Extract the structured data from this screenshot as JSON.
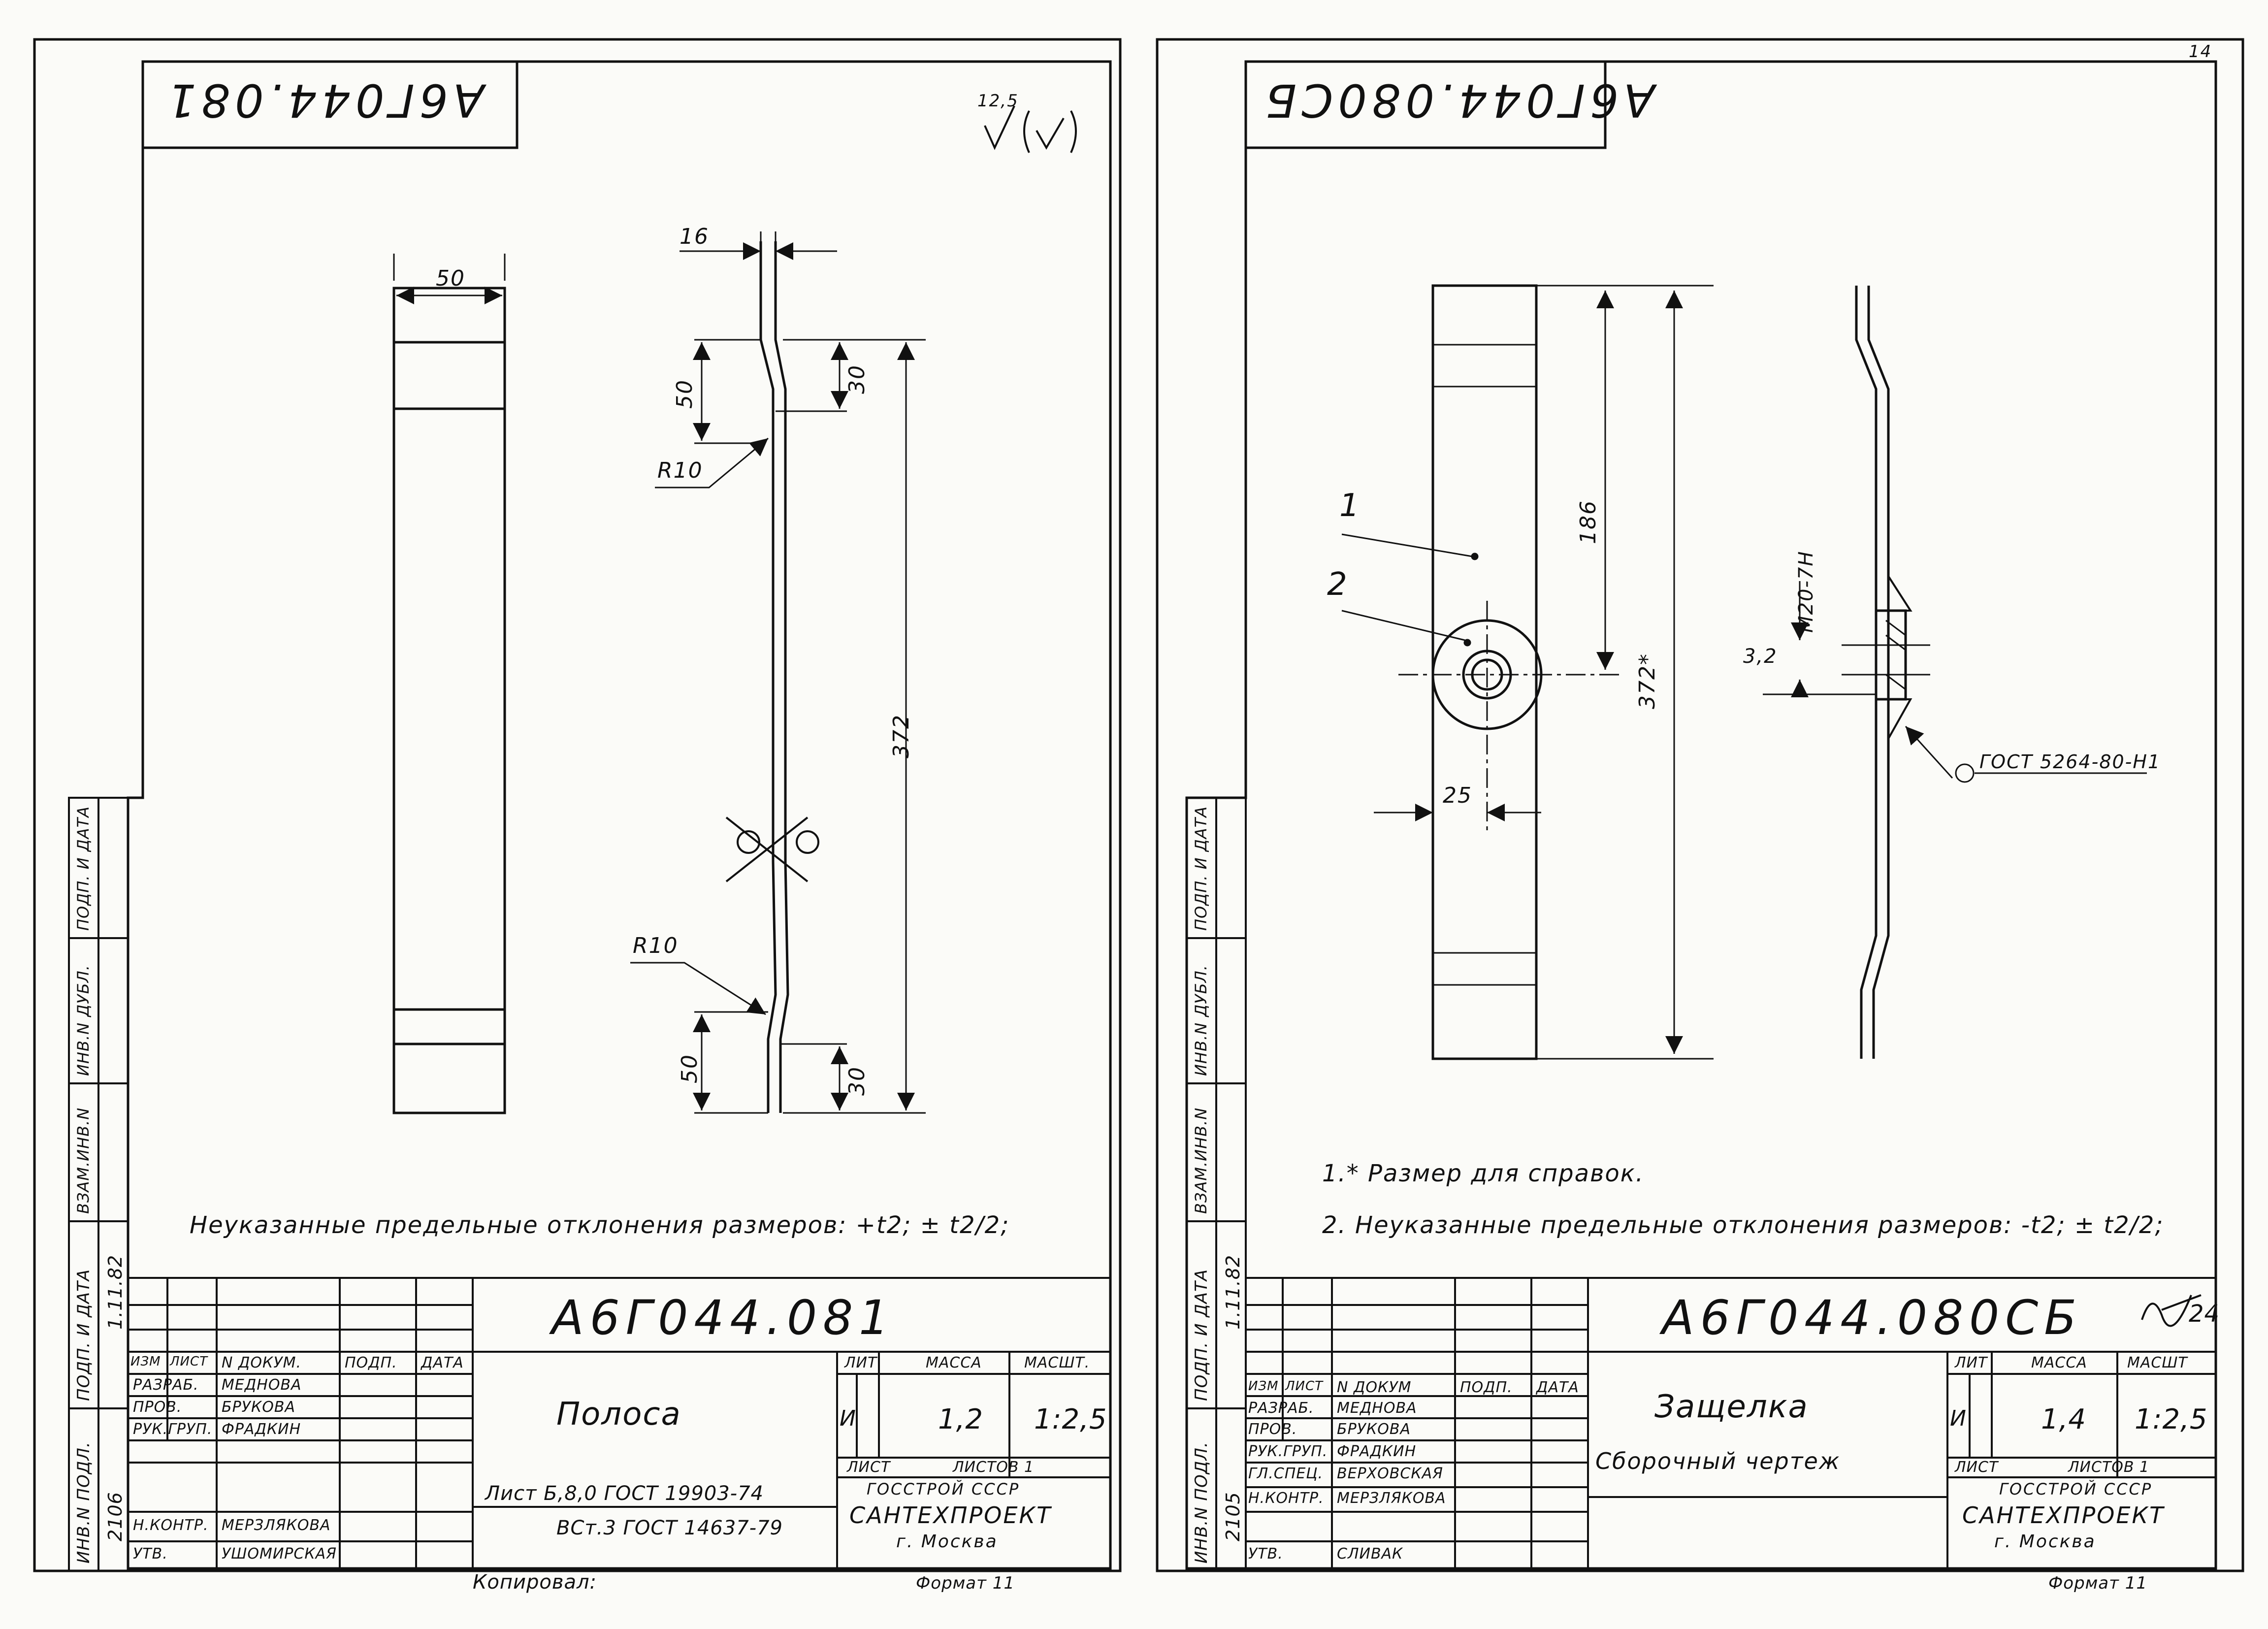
{
  "left_sheet": {
    "frame_code_rotated": "А6Г044.081",
    "roughness_value": "12,5",
    "dimensions": {
      "width": "50",
      "thickness": "16",
      "bend_top_upper": "50",
      "bend_top_lower": "30",
      "bend_radius_top": "R10",
      "length": "372",
      "bend_radius_bottom": "R10",
      "bend_bottom_upper": "50",
      "bend_bottom_lower": "30"
    },
    "note": "Неуказанные предельные отклонения размеров: +t2; ± t2/2;",
    "title_block": {
      "designation": "А6Г044.081",
      "name": "Полоса",
      "material_line1": "Лист  Б,8,0 ГОСТ 19903-74",
      "material_line2": "ВСт.3 ГОСТ 14637-79",
      "lit_header": "ЛИТ",
      "mass_header": "МАССА",
      "scale_header": "МАСШТ.",
      "lit": "И",
      "mass": "1,2",
      "scale": "1:2,5",
      "sheet_label": "ЛИСТ",
      "sheets_label": "ЛИСТОВ 1",
      "org1": "ГОССТРОЙ СССР",
      "org2": "САНТЕХПРОЕКТ",
      "org3": "г. Москва",
      "header_cols": [
        "ИЗМ",
        "ЛИСТ",
        "N ДОКУМ.",
        "ПОДП.",
        "ДАТА"
      ],
      "rows": [
        {
          "role": "РАЗРАБ.",
          "name": "МЕДНОВА"
        },
        {
          "role": "ПРОВ.",
          "name": "БРУКОВА"
        },
        {
          "role": "РУК.ГРУП.",
          "name": "ФРАДКИН"
        },
        {
          "role": "",
          "name": ""
        },
        {
          "role": "Н.КОНТР.",
          "name": "МЕРЗЛЯКОВА"
        },
        {
          "role": "УТВ.",
          "name": "УШОМИРСКАЯ"
        }
      ],
      "copied": "Копировал:",
      "format": "Формат 11"
    },
    "side_stamp": [
      "ИНВ.N ПОДЛ.",
      "2106",
      "ПОДП. И ДАТА",
      "1.11.82",
      "ВЗАМ.ИНВ.N",
      "ИНВ.N ДУБЛ.",
      "ПОДП. И ДАТА"
    ]
  },
  "right_sheet": {
    "frame_code_rotated": "А6Г044.080СБ",
    "corner_mark": "14",
    "callouts": {
      "part1": "1",
      "part2": "2"
    },
    "dimensions": {
      "hole_pos": "186",
      "length": "372*",
      "offset": "25",
      "thread": "М20-7Н",
      "thickness": "3,2"
    },
    "weld_ref": "ГОСТ 5264-80-Н1",
    "notes": [
      "1.* Размер для справок.",
      "2. Неуказанные предельные отклонения размеров: -t2; ± t2/2;"
    ],
    "title_block": {
      "designation": "А6Г044.080СБ",
      "name": "Защелка",
      "subtitle": "Сборочный чертеж",
      "lit_header": "ЛИТ",
      "mass_header": "МАССА",
      "scale_header": "МАСШТ",
      "lit": "И",
      "mass": "1,4",
      "scale": "1:2,5",
      "sheet_label": "ЛИСТ",
      "sheets_label": "ЛИСТОВ 1",
      "org1": "ГОССТРОЙ СССР",
      "org2": "САНТЕХПРОЕКТ",
      "org3": "г. Москва",
      "header_cols": [
        "ИЗМ",
        "ЛИСТ",
        "N ДОКУМ",
        "ПОДП.",
        "ДАТА"
      ],
      "rows": [
        {
          "role": "РАЗРАБ.",
          "name": "МЕДНОВА"
        },
        {
          "role": "ПРОВ.",
          "name": "БРУКОВА"
        },
        {
          "role": "РУК.ГРУП.",
          "name": "ФРАДКИН"
        },
        {
          "role": "ГЛ.СПЕЦ.",
          "name": "ВЕРХОВСКАЯ"
        },
        {
          "role": "Н.КОНТР.",
          "name": "МЕРЗЛЯКОВА"
        },
        {
          "role": "УТВ.",
          "name": "СЛИВАК"
        }
      ],
      "format": "Формат 11",
      "sign": "24"
    },
    "side_stamp": [
      "ИНВ.N ПОДЛ.",
      "2105",
      "ПОДП. И ДАТА",
      "1.11.82",
      "ВЗАМ.ИНВ.N",
      "ИНВ.N ДУБЛ.",
      "ПОДП. И ДАТА"
    ]
  }
}
